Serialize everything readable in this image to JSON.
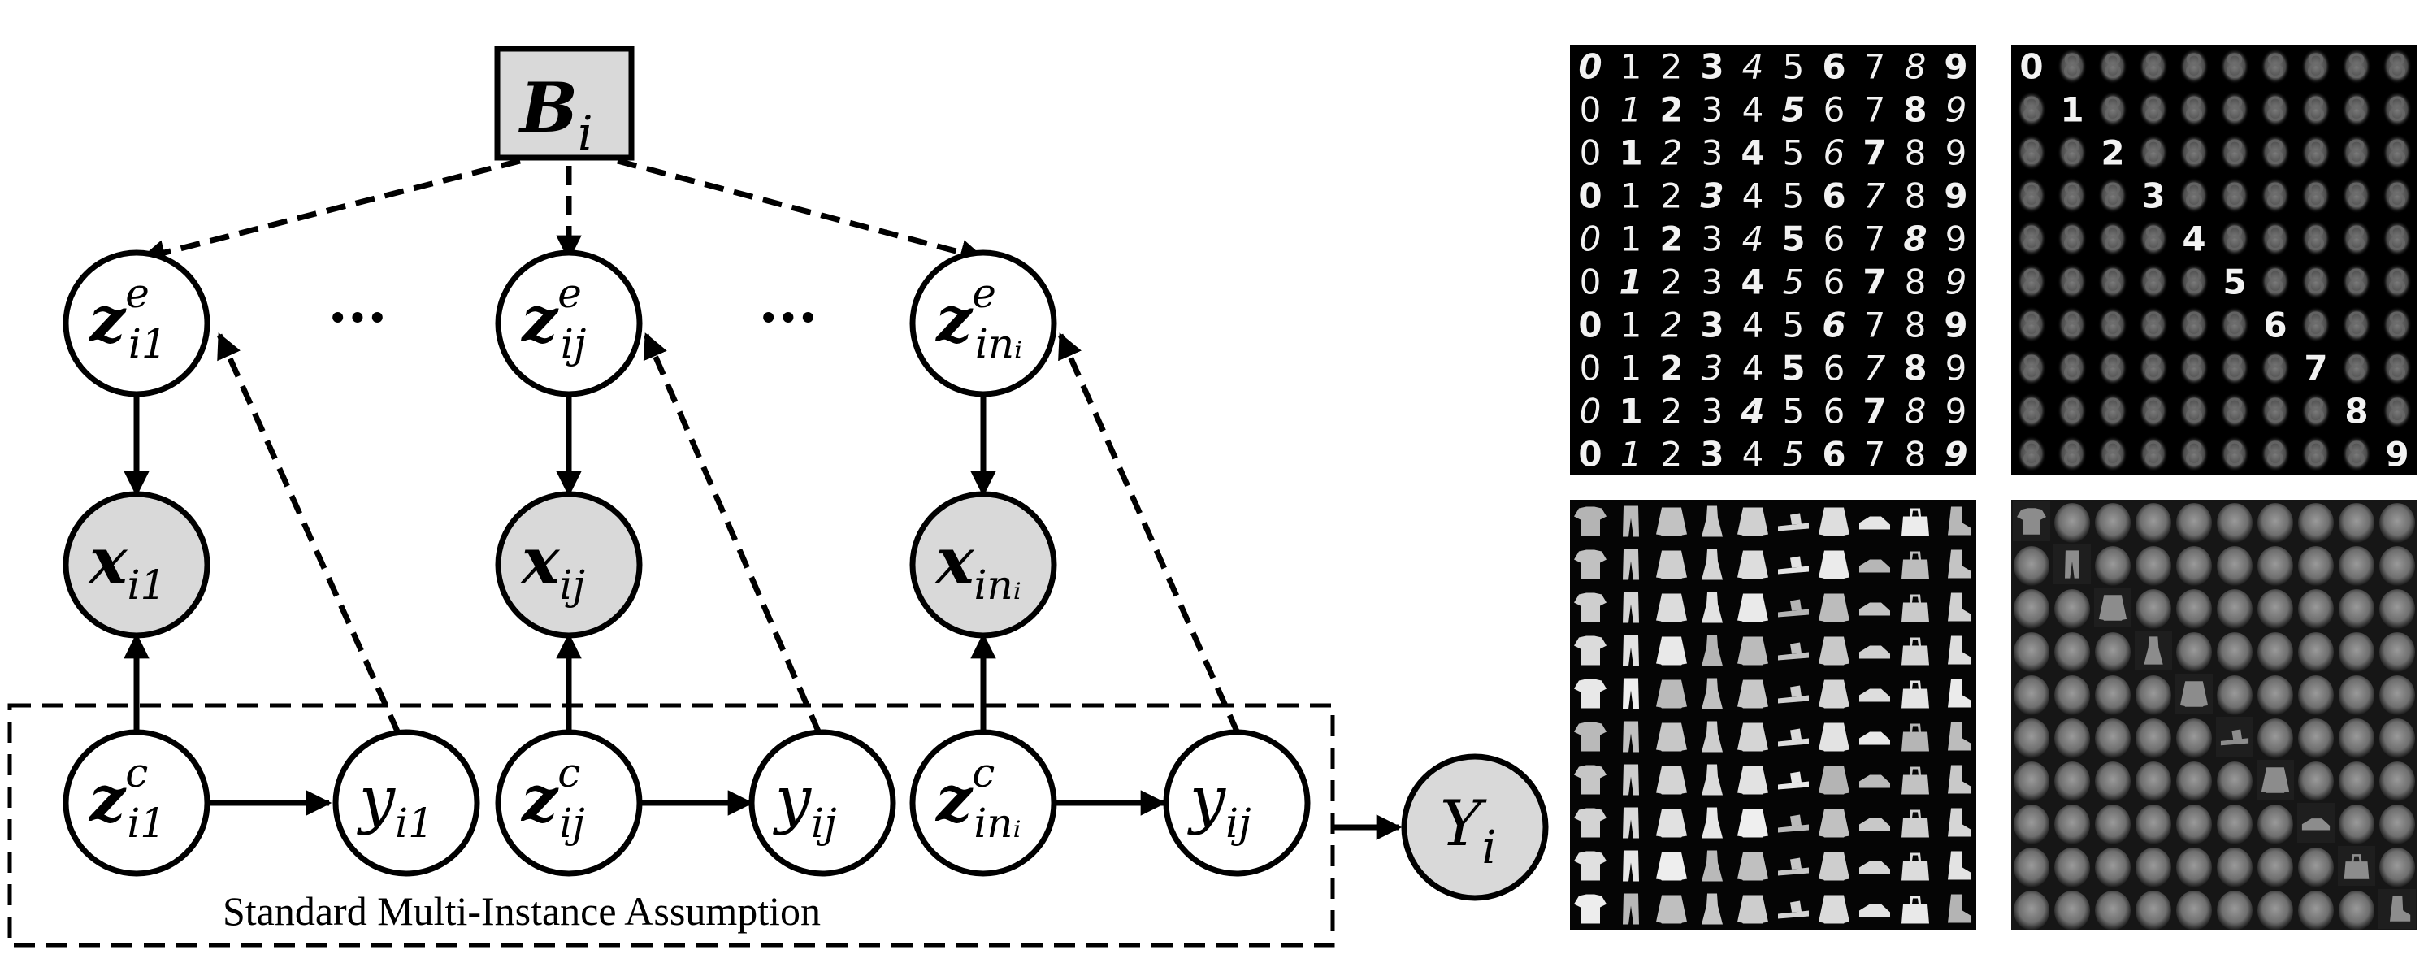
{
  "caption": "Standard Multi-Instance Assumption",
  "ellipsis": "···",
  "bag_node": {
    "symbol": "B",
    "subscript": "i"
  },
  "bag_label_node": {
    "symbol": "Y",
    "subscript": "i"
  },
  "columns": [
    {
      "ze": {
        "symbol": "z",
        "sup": "e",
        "sub": "i1"
      },
      "x": {
        "symbol": "x",
        "sub": "i1"
      },
      "zc": {
        "symbol": "z",
        "sup": "c",
        "sub": "i1"
      },
      "y": {
        "symbol": "y",
        "sub": "i1"
      }
    },
    {
      "ze": {
        "symbol": "z",
        "sup": "e",
        "sub": "ij"
      },
      "x": {
        "symbol": "x",
        "sub": "ij"
      },
      "zc": {
        "symbol": "z",
        "sup": "c",
        "sub": "ij"
      },
      "y": {
        "symbol": "y",
        "sub": "ij"
      }
    },
    {
      "ze": {
        "symbol": "z",
        "sup": "e",
        "sub": "inᵢ"
      },
      "x": {
        "symbol": "x",
        "sub": "inᵢ"
      },
      "zc": {
        "symbol": "z",
        "sup": "c",
        "sub": "inᵢ"
      },
      "y": {
        "symbol": "y",
        "sub": "ij"
      }
    }
  ],
  "panels": {
    "mnist_samples": {
      "rows": [
        [
          "0",
          "1",
          "2",
          "3",
          "4",
          "5",
          "6",
          "7",
          "8",
          "9"
        ],
        [
          "0",
          "1",
          "2",
          "3",
          "4",
          "5",
          "6",
          "7",
          "8",
          "9"
        ],
        [
          "0",
          "1",
          "2",
          "3",
          "4",
          "5",
          "6",
          "7",
          "8",
          "9"
        ],
        [
          "0",
          "1",
          "2",
          "3",
          "4",
          "5",
          "6",
          "7",
          "8",
          "9"
        ],
        [
          "0",
          "1",
          "2",
          "3",
          "4",
          "5",
          "6",
          "7",
          "8",
          "9"
        ],
        [
          "0",
          "1",
          "2",
          "3",
          "4",
          "5",
          "6",
          "7",
          "8",
          "9"
        ],
        [
          "0",
          "1",
          "2",
          "3",
          "4",
          "5",
          "6",
          "7",
          "8",
          "9"
        ],
        [
          "0",
          "1",
          "2",
          "3",
          "4",
          "5",
          "6",
          "7",
          "8",
          "9"
        ],
        [
          "0",
          "1",
          "2",
          "3",
          "4",
          "5",
          "6",
          "7",
          "8",
          "9"
        ],
        [
          "0",
          "1",
          "2",
          "3",
          "4",
          "5",
          "6",
          "7",
          "8",
          "9"
        ]
      ]
    },
    "mnist_generated": {
      "diagonal": [
        "0",
        "1",
        "2",
        "3",
        "4",
        "5",
        "6",
        "7",
        "8",
        "9"
      ],
      "background_glyph": "8"
    },
    "fashion_samples": {
      "categories": [
        "t-shirt",
        "trouser",
        "pullover",
        "dress",
        "coat",
        "sandal",
        "shirt",
        "sneaker",
        "bag",
        "ankle-boot"
      ]
    },
    "fashion_generated": {
      "categories": [
        "t-shirt",
        "trouser",
        "pullover",
        "dress",
        "coat",
        "sandal",
        "shirt",
        "sneaker",
        "bag",
        "ankle-boot"
      ]
    }
  },
  "colors": {
    "node_fill_observed": "#d9d9d9",
    "node_fill_latent": "#ffffff",
    "stroke": "#000000",
    "panel_bg": "#000000",
    "digit": "#f2f2f2",
    "digit_faint": "#6a6a6a"
  }
}
